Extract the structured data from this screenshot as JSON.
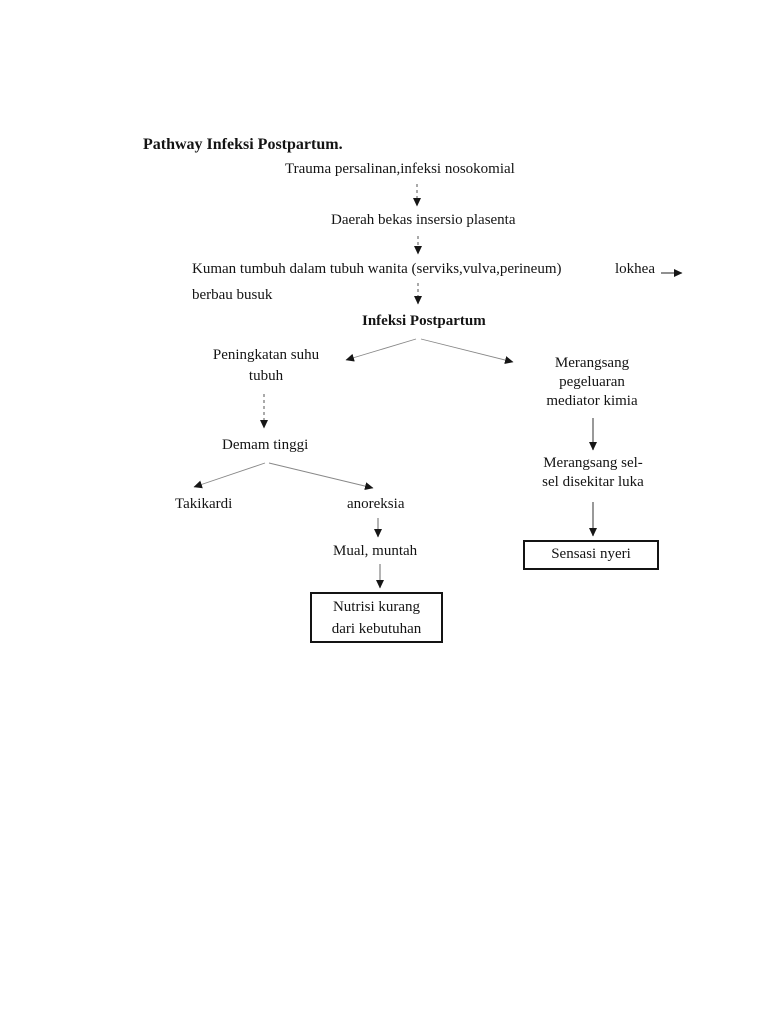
{
  "page": {
    "title": "Pathway Infeksi Postpartum.",
    "background_color": "#ffffff",
    "text_color": "#141414",
    "line_color": "#555555"
  },
  "nodes": {
    "trauma": "Trauma persalinan,infeksi nosokomial",
    "daerah": "Daerah bekas insersio plasenta",
    "kuman": "Kuman tumbuh dalam tubuh wanita  (serviks,vulva,perineum)\nberbau busuk",
    "lokhea": "lokhea",
    "infeksi": "Infeksi Postpartum",
    "peningkatan_suhu": "Peningkatan suhu\ntubuh",
    "merangsang_mediator": "Merangsang\npegeluaran\nmediator kimia",
    "demam_tinggi": "Demam tinggi",
    "takikardi": "Takikardi",
    "anoreksia": "anoreksia",
    "mual_muntah": "Mual, muntah",
    "nutrisi_kurang": "Nutrisi kurang\ndari kebutuhan",
    "merangsang_sel": "Merangsang sel-\nsel disekitar luka",
    "sensasi_nyeri": "Sensasi nyeri"
  },
  "boxed_nodes": [
    "nutrisi_kurang",
    "sensasi_nyeri"
  ],
  "edges": [
    {
      "from": "trauma",
      "to": "daerah",
      "style": "dashed"
    },
    {
      "from": "daerah",
      "to": "kuman",
      "style": "dashed"
    },
    {
      "from": "kuman",
      "to": "infeksi",
      "style": "dashed"
    },
    {
      "from": "lokhea",
      "to": "page-edge-right",
      "style": "solid"
    },
    {
      "from": "infeksi",
      "to": "peningkatan_suhu",
      "style": "solid-diagonal"
    },
    {
      "from": "infeksi",
      "to": "merangsang_mediator",
      "style": "solid-diagonal"
    },
    {
      "from": "peningkatan_suhu",
      "to": "demam_tinggi",
      "style": "dashed"
    },
    {
      "from": "demam_tinggi",
      "to": "takikardi",
      "style": "solid-diagonal"
    },
    {
      "from": "demam_tinggi",
      "to": "anoreksia",
      "style": "solid-diagonal"
    },
    {
      "from": "anoreksia",
      "to": "mual_muntah",
      "style": "solid"
    },
    {
      "from": "mual_muntah",
      "to": "nutrisi_kurang",
      "style": "solid"
    },
    {
      "from": "merangsang_mediator",
      "to": "merangsang_sel",
      "style": "solid"
    },
    {
      "from": "merangsang_sel",
      "to": "sensasi_nyeri",
      "style": "solid"
    }
  ]
}
